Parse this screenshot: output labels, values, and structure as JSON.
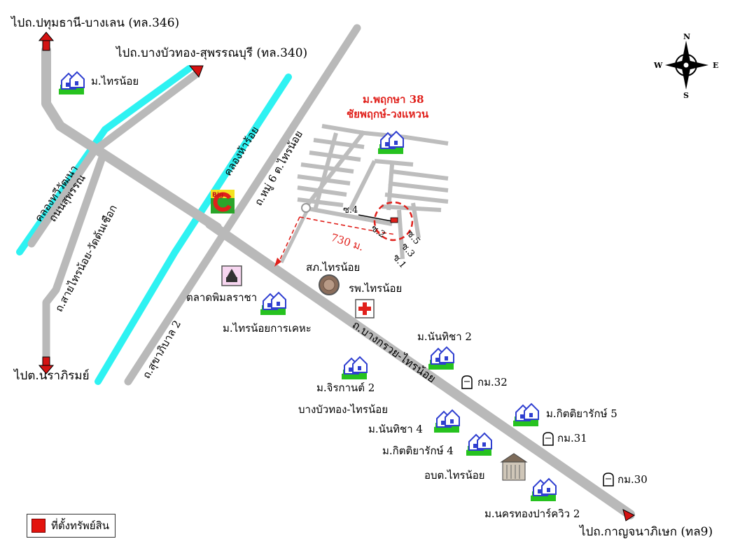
{
  "roads": {
    "to_pathum_thani": "ไปถ.ปทุมธานี-บางเลน (ทล.346)",
    "to_bang_bua_thong": "ไปถ.บางบัวทอง-สุพรรณบุรี (ทล.340)",
    "to_kanchanaphisek": "ไปถ.กาญจนาภิเษก (ทล9)",
    "to_nonthaburi": "ไปต.นราภิรมย์",
    "main_road": "ถ.บางกรวย-ไทรน้อย",
    "moo6_road": "ถ.หมู่ 6 ต.ไทรน้อย",
    "sai_noi_road": "ถ.สายไทรน้อย-วัดต้นเชือก",
    "sukhaphiban2": "ถ.สุขาภิบาล 2",
    "canal_thawi_watthana": "คลองทวีวัฒนา",
    "road_suphan": "ถนนสุพรรณ",
    "canal_phra_phimon": "คลองห้าร้อย"
  },
  "places": {
    "sai_noi_village": "ม.ไทรน้อย",
    "subject_line1": "ม.พฤกษา 38",
    "subject_line2": "ชัยพฤกษ์-วงแหวน",
    "soi4": "ซ.4",
    "soi2": "ซ.2",
    "soi3": "ซ.3",
    "soi5": "ซ.5",
    "soi1": "ซ.1",
    "distance": "730 ม.",
    "police": "สภ.ไทรน้อย",
    "hospital": "รพ.ไทรน้อย",
    "market": "ตลาดพิมลราชา",
    "sai_noi_housing": "ม.ไทรน้อยการเคหะ",
    "nantisha2": "ม.นันทิชา 2",
    "km32": "กม.32",
    "jiranan2": "ม.จิรกานต์ 2",
    "bang_bua_thong_sai_noi": "บางบัวทอง-ไทรน้อย",
    "kittiyarak5": "ม.กิตติยารักษ์ 5",
    "nantisha4": "ม.นันทิชา 4",
    "km31": "กม.31",
    "kittiyarak4": "ม.กิตติยารักษ์ 4",
    "sao_sai_noi": "อบต.ไทรน้อย",
    "km30": "กม.30",
    "nakhon_thong_park": "ม.นครทองปาร์ควิว 2",
    "bigc": "Big"
  },
  "compass": {
    "n": "N",
    "s": "S",
    "e": "E",
    "w": "W"
  },
  "legend": {
    "label": "ที่ตั้งทรัพย์สิน"
  },
  "colors": {
    "road": "#b9b9b9",
    "canal": "#2ef2f2",
    "arrow": "#d41212",
    "village_house": "#2f3fd0",
    "village_lawn": "#26c21f",
    "subject": "#e0201b"
  }
}
